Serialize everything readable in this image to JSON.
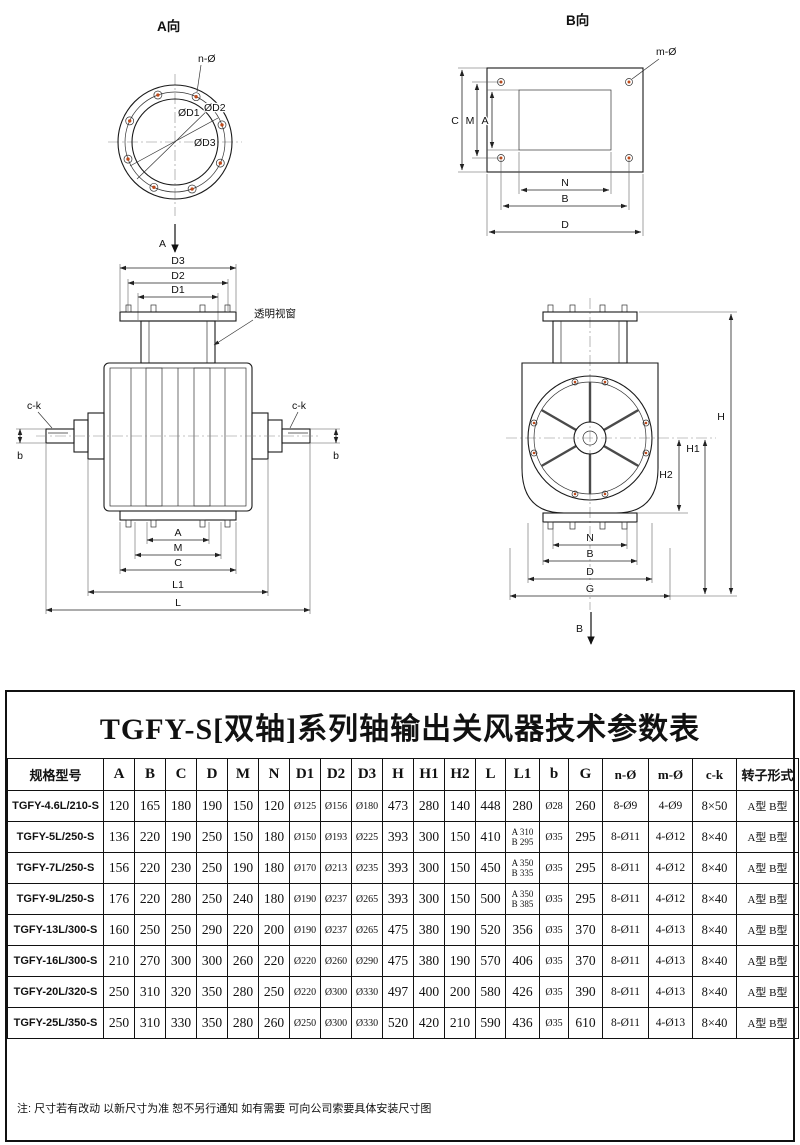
{
  "drawings": {
    "view_a": {
      "title": "A向",
      "bolt_label": "n-Ø",
      "d1_label": "ØD1",
      "d2_label": "ØD2",
      "d3_label": "ØD3",
      "direction_arrow": "A"
    },
    "view_b": {
      "title": "B向",
      "bolt_label": "m-Ø",
      "dims": {
        "c": "C",
        "m": "M",
        "a": "A",
        "n": "N",
        "b": "B",
        "d": "D"
      }
    },
    "front_view": {
      "window_label": "透明视窗",
      "dims": {
        "d3": "D3",
        "d2": "D2",
        "d1": "D1",
        "a": "A",
        "m": "M",
        "c": "C",
        "l1": "L1",
        "l": "L",
        "b_left": "b",
        "b_right": "b",
        "ck_left": "c-k",
        "ck_right": "c-k"
      }
    },
    "side_view": {
      "dims": {
        "h": "H",
        "h1": "H1",
        "h2": "H2",
        "n": "N",
        "b": "B",
        "d": "D",
        "g": "G"
      },
      "direction_arrow": "B"
    }
  },
  "table": {
    "title": "TGFY-S[双轴]系列轴输出关风器技术参数表",
    "headers": [
      "规格型号",
      "A",
      "B",
      "C",
      "D",
      "M",
      "N",
      "D1",
      "D2",
      "D3",
      "H",
      "H1",
      "H2",
      "L",
      "L1",
      "b",
      "G",
      "n-Ø",
      "m-Ø",
      "c-k",
      "转子形式"
    ],
    "rows": [
      [
        "TGFY-4.6L/210-S",
        "120",
        "165",
        "180",
        "190",
        "150",
        "120",
        "Ø125",
        "Ø156",
        "Ø180",
        "473",
        "280",
        "140",
        "448",
        "280",
        "Ø28",
        "260",
        "8-Ø9",
        "4-Ø9",
        "8×50",
        "A型 B型"
      ],
      [
        "TGFY-5L/250-S",
        "136",
        "220",
        "190",
        "250",
        "150",
        "180",
        "Ø150",
        "Ø193",
        "Ø225",
        "393",
        "300",
        "150",
        "410",
        "A 310\nB 295",
        "Ø35",
        "295",
        "8-Ø11",
        "4-Ø12",
        "8×40",
        "A型 B型"
      ],
      [
        "TGFY-7L/250-S",
        "156",
        "220",
        "230",
        "250",
        "190",
        "180",
        "Ø170",
        "Ø213",
        "Ø235",
        "393",
        "300",
        "150",
        "450",
        "A 350\nB 335",
        "Ø35",
        "295",
        "8-Ø11",
        "4-Ø12",
        "8×40",
        "A型 B型"
      ],
      [
        "TGFY-9L/250-S",
        "176",
        "220",
        "280",
        "250",
        "240",
        "180",
        "Ø190",
        "Ø237",
        "Ø265",
        "393",
        "300",
        "150",
        "500",
        "A 350\nB 385",
        "Ø35",
        "295",
        "8-Ø11",
        "4-Ø12",
        "8×40",
        "A型 B型"
      ],
      [
        "TGFY-13L/300-S",
        "160",
        "250",
        "250",
        "290",
        "220",
        "200",
        "Ø190",
        "Ø237",
        "Ø265",
        "475",
        "380",
        "190",
        "520",
        "356",
        "Ø35",
        "370",
        "8-Ø11",
        "4-Ø13",
        "8×40",
        "A型 B型"
      ],
      [
        "TGFY-16L/300-S",
        "210",
        "270",
        "300",
        "300",
        "260",
        "220",
        "Ø220",
        "Ø260",
        "Ø290",
        "475",
        "380",
        "190",
        "570",
        "406",
        "Ø35",
        "370",
        "8-Ø11",
        "4-Ø13",
        "8×40",
        "A型 B型"
      ],
      [
        "TGFY-20L/320-S",
        "250",
        "310",
        "320",
        "350",
        "280",
        "250",
        "Ø220",
        "Ø300",
        "Ø330",
        "497",
        "400",
        "200",
        "580",
        "426",
        "Ø35",
        "390",
        "8-Ø11",
        "4-Ø13",
        "8×40",
        "A型 B型"
      ],
      [
        "TGFY-25L/350-S",
        "250",
        "310",
        "330",
        "350",
        "280",
        "260",
        "Ø250",
        "Ø300",
        "Ø330",
        "520",
        "420",
        "210",
        "590",
        "436",
        "Ø35",
        "610",
        "8-Ø11",
        "4-Ø13",
        "8×40",
        "A型 B型"
      ]
    ]
  },
  "note": "注: 尺寸若有改动  以新尺寸为准  恕不另行通知  如有需要  可向公司索要具体安装尺寸图",
  "colors": {
    "line": "#1a1a1a",
    "bolt_accent": "#bf4a1a"
  }
}
